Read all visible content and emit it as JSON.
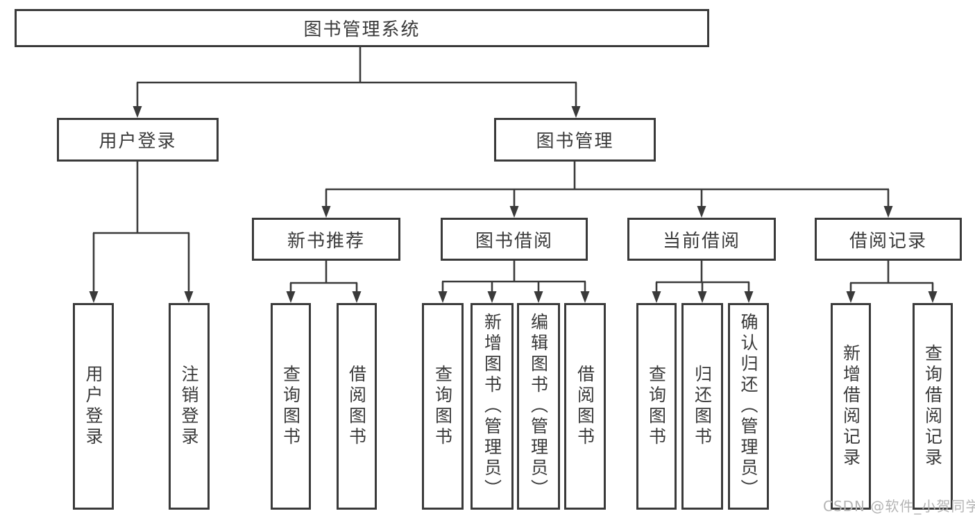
{
  "tree": {
    "root": {
      "label": "图书管理系统"
    },
    "branches": [
      {
        "label": "用户登录",
        "children": [
          {
            "label": "用户登录"
          },
          {
            "label": "注销登录"
          }
        ]
      },
      {
        "label": "图书管理",
        "children": [
          {
            "label": "新书推荐",
            "children": [
              {
                "label": "查询图书"
              },
              {
                "label": "借阅图书"
              }
            ]
          },
          {
            "label": "图书借阅",
            "children": [
              {
                "label": "查询图书"
              },
              {
                "label": "新增图书（管理员）"
              },
              {
                "label": "编辑图书（管理员）"
              },
              {
                "label": "借阅图书"
              }
            ]
          },
          {
            "label": "当前借阅",
            "children": [
              {
                "label": "查询图书"
              },
              {
                "label": "归还图书"
              },
              {
                "label": "确认归还（管理员）"
              }
            ]
          },
          {
            "label": "借阅记录",
            "children": [
              {
                "label": "新增借阅记录"
              },
              {
                "label": "查询借阅记录"
              }
            ]
          }
        ]
      }
    ]
  },
  "watermark": {
    "text": "CSDN @软件_小贺同学"
  },
  "colors": {
    "line": "#3a3a3a",
    "text": "#3a3a3a",
    "background": "#ffffff",
    "watermark": "#b4b4b4"
  }
}
